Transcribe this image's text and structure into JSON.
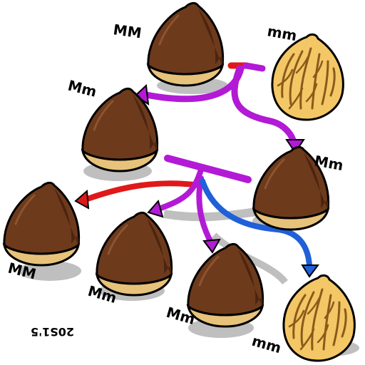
{
  "palette": {
    "shell_brown": "#6e3a1c",
    "shell_dark": "#4a2410",
    "base_tan": "#e7c27a",
    "husk_yellow": "#f4c766",
    "husk_line": "#8a5a1a",
    "arrow_purple": "#b21ad6",
    "arrow_red": "#e01818",
    "arrow_blue": "#2060d8",
    "shadow_gray": "#bfbfbf"
  },
  "genotypes": {
    "parent_left": "MM",
    "parent_right": "mm",
    "child_left": "Mm",
    "child_right": "Mm",
    "offspring_1": "MM",
    "offspring_2": "Mm",
    "offspring_3": "Mm",
    "offspring_4": "mm"
  },
  "signature": "20S1'5"
}
